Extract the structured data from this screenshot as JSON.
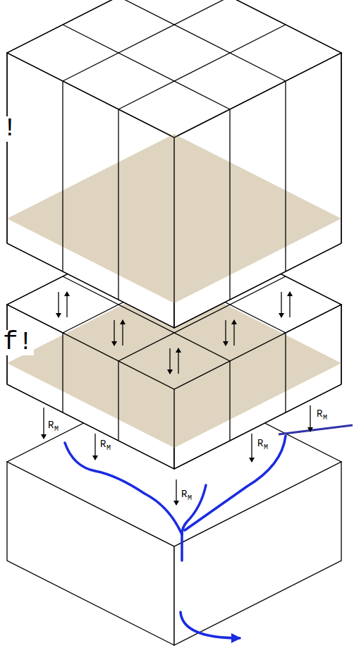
{
  "diagram": {
    "labels": [
      "!",
      "f!",
      "R",
      "M",
      "R",
      "M",
      "R",
      "M",
      "R",
      "M",
      "R",
      "M"
    ]
  }
}
